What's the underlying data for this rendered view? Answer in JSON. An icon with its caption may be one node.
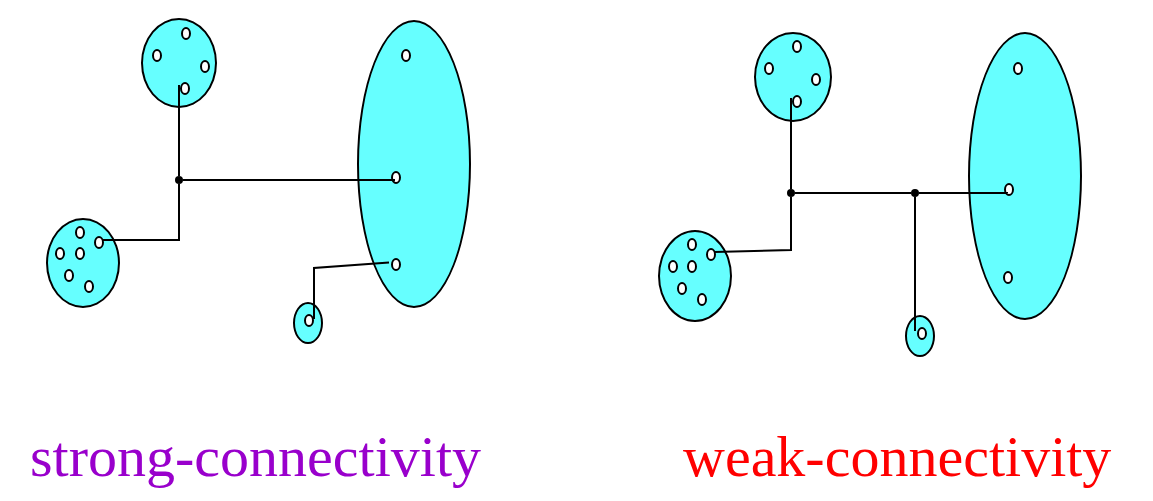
{
  "diagram": {
    "nodes": [
      {
        "text": [],
        "shape": "ellipse"
      },
      {
        "text": [],
        "shape": "circle",
        "in": 0
      },
      {
        "text": [],
        "shape": "circle",
        "in": 0
      },
      {
        "text": [],
        "shape": "circle",
        "in": 0
      },
      {
        "text": [],
        "shape": "circle",
        "in": 0
      },
      {
        "text": [],
        "shape": "ellipse"
      },
      {
        "text": [],
        "shape": "circle",
        "in": 5
      },
      {
        "text": [],
        "shape": "circle",
        "in": 5
      },
      {
        "text": [],
        "shape": "circle",
        "in": 5
      },
      {
        "text": [],
        "shape": "dot"
      },
      {
        "text": [],
        "shape": "ellipse"
      },
      {
        "text": [],
        "shape": "circle",
        "in": 10
      },
      {
        "text": [],
        "shape": "circle",
        "in": 10
      },
      {
        "text": [],
        "shape": "circle",
        "in": 10
      },
      {
        "text": [],
        "shape": "circle",
        "in": 10
      },
      {
        "text": [],
        "shape": "circle",
        "in": 10
      },
      {
        "text": [],
        "shape": "circle",
        "in": 10
      },
      {
        "text": [],
        "shape": "ellipse"
      },
      {
        "text": [],
        "shape": "circle",
        "in": 17
      },
      {
        "text": [],
        "shape": "ellipse"
      },
      {
        "text": [],
        "shape": "circle",
        "in": 19
      },
      {
        "text": [],
        "shape": "circle",
        "in": 19
      },
      {
        "text": [],
        "shape": "circle",
        "in": 19
      },
      {
        "text": [],
        "shape": "circle",
        "in": 19
      },
      {
        "text": [],
        "shape": "ellipse"
      },
      {
        "text": [],
        "shape": "circle",
        "in": 24
      },
      {
        "text": [],
        "shape": "circle",
        "in": 24
      },
      {
        "text": [],
        "shape": "circle",
        "in": 24
      },
      {
        "text": [],
        "shape": "dot"
      },
      {
        "text": [],
        "shape": "dot"
      },
      {
        "text": [],
        "shape": "ellipse"
      },
      {
        "text": [],
        "shape": "circle",
        "in": 30
      },
      {
        "text": [],
        "shape": "circle",
        "in": 30
      },
      {
        "text": [],
        "shape": "circle",
        "in": 30
      },
      {
        "text": [],
        "shape": "circle",
        "in": 30
      },
      {
        "text": [],
        "shape": "circle",
        "in": 30
      },
      {
        "text": [],
        "shape": "circle",
        "in": 30
      },
      {
        "text": [],
        "shape": "ellipse"
      },
      {
        "text": [],
        "shape": "circle",
        "in": 37
      }
    ],
    "edges": [
      {
        "from": 9,
        "to": 4,
        "arrow": "none"
      },
      {
        "from": 9,
        "to": 12,
        "arrow": "none"
      },
      {
        "from": 9,
        "to": 7,
        "arrow": "none"
      },
      {
        "from": 8,
        "to": 18,
        "arrow": "none"
      },
      {
        "from": 28,
        "to": 23,
        "arrow": "none"
      },
      {
        "from": 28,
        "to": 32,
        "arrow": "none"
      },
      {
        "from": 28,
        "to": 29,
        "arrow": "none"
      },
      {
        "from": 29,
        "to": 26,
        "arrow": "none"
      },
      {
        "from": 29,
        "to": 38,
        "arrow": "none"
      }
    ],
    "labels": [
      "strong-connectivity",
      "weak-connectivity"
    ]
  }
}
